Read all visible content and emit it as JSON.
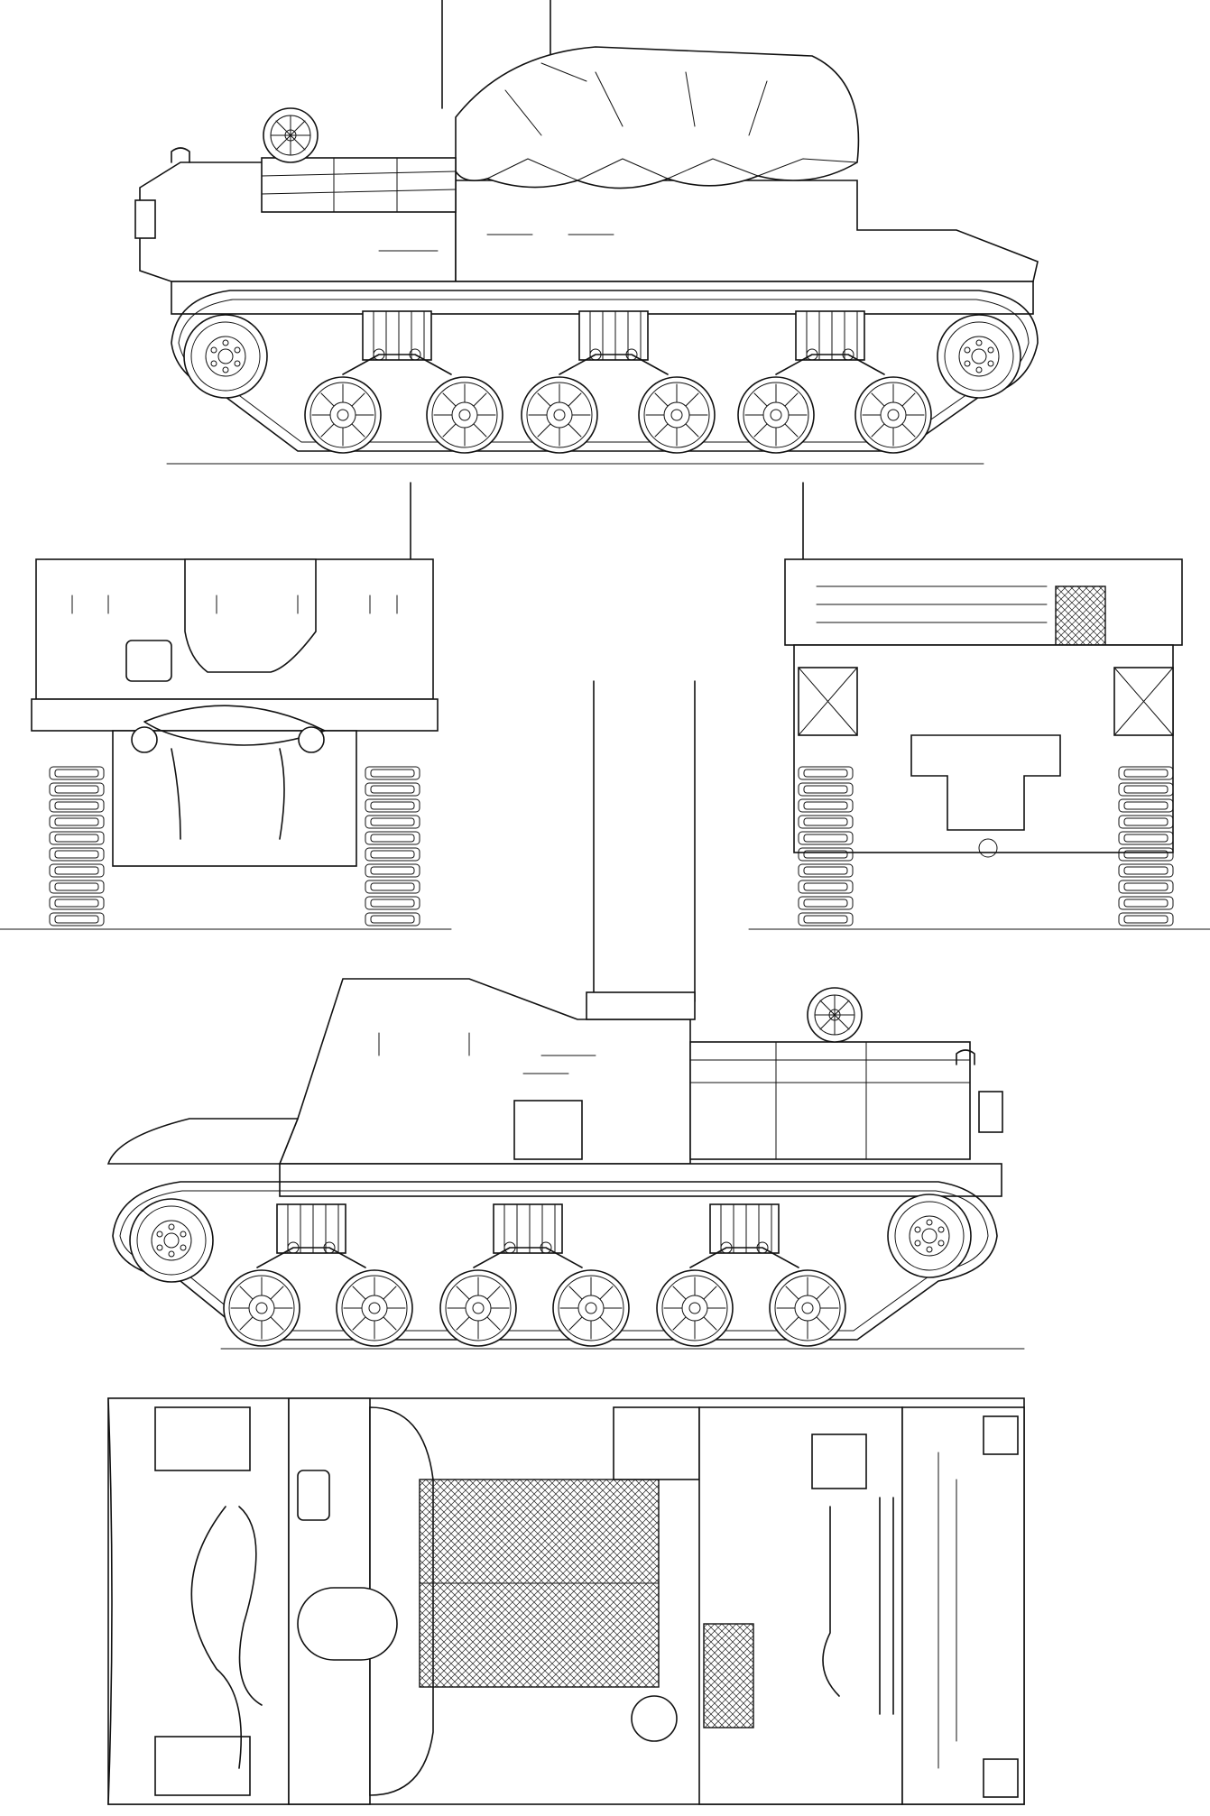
{
  "drawing": {
    "views": [
      "left-side",
      "front",
      "rear",
      "right-side",
      "top"
    ],
    "line_color": "#111111",
    "background_color": "#ffffff",
    "road_wheel_count_per_side": 6
  }
}
